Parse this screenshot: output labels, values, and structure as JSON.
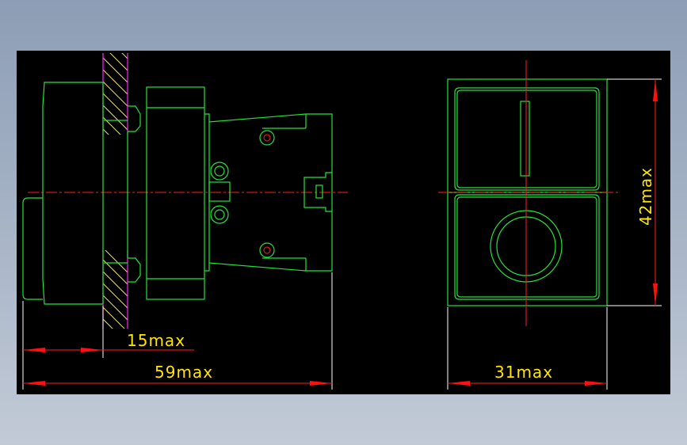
{
  "dimensions": {
    "flange_depth": "15max",
    "total_length": "59max",
    "width": "31max",
    "height": "42max"
  },
  "colors": {
    "background": "#000000",
    "outline": "#22e43a",
    "centerline": "#ff2020",
    "panel": "#ff22ff",
    "hatch": "#e8e070",
    "dimension_text": "#ffe600"
  }
}
